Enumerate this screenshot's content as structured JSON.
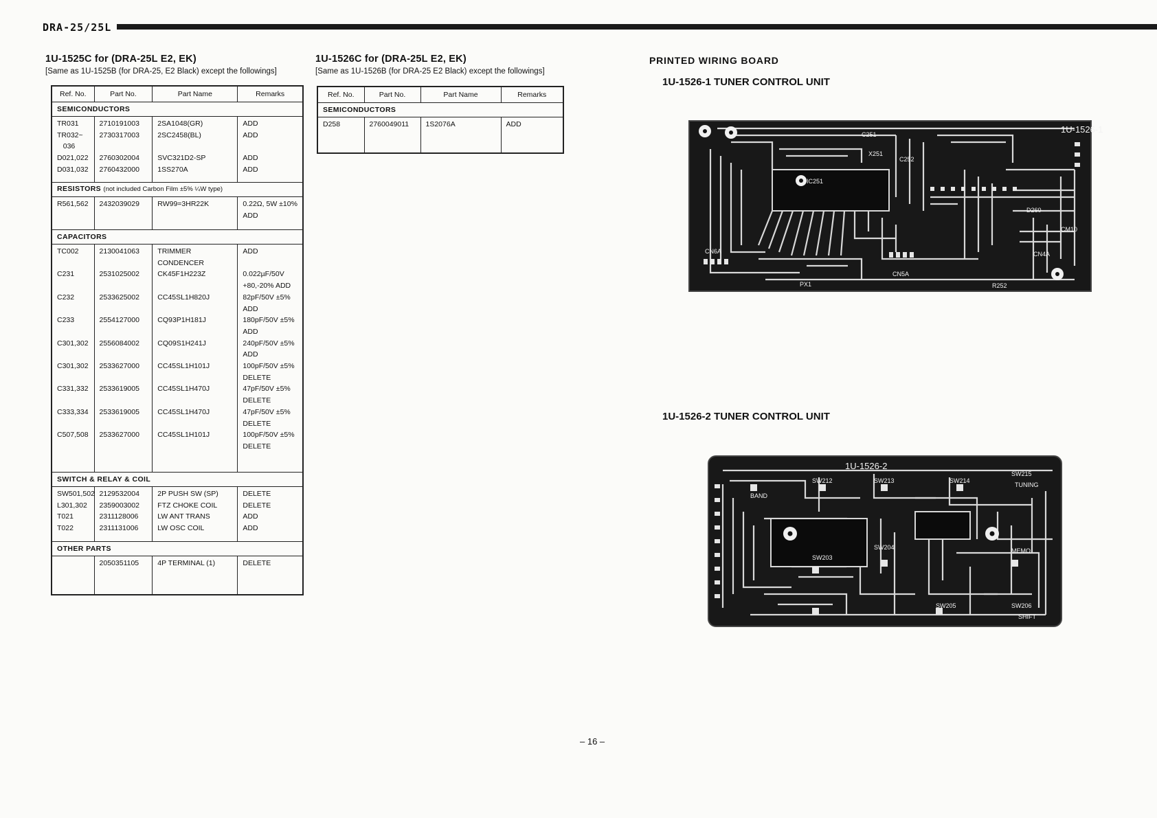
{
  "header": {
    "model": "DRA-25/25L"
  },
  "left": {
    "title": "1U-1525C for (DRA-25L E2, EK)",
    "note": "[Same as 1U-1525B (for DRA-25, E2 Black) except the followings]",
    "columns": [
      "Ref. No.",
      "Part No.",
      "Part Name",
      "Remarks"
    ],
    "categories": {
      "semi": "SEMICONDUCTORS",
      "res": "RESISTORS",
      "res_note": "(not included Carbon Film ±5% ¼W type)",
      "cap": "CAPACITORS",
      "sw": "SWITCH & RELAY & COIL",
      "other": "OTHER PARTS"
    },
    "semi": {
      "refs": "TR031\nTR032~\n   036\nD021,022\nD031,032",
      "parts": "2710191003\n2730317003\n\n2760302004\n2760432000",
      "names": "2SA1048(GR)\n2SC2458(BL)\n\nSVC321D2-SP\n1SS270A",
      "remarks": "ADD\nADD\n\nADD\nADD"
    },
    "res": {
      "refs": "R561,562",
      "parts": "2432039029",
      "names": "RW99=3HR22K",
      "remarks": "0.22Ω, 5W ±10%\nADD"
    },
    "cap": {
      "refs": "TC002\n\nC231\n\nC232\n\nC233\n\nC301,302\n\nC301,302\n\nC331,332\n\nC333,334\n\nC507,508",
      "parts": "2130041063\n\n2531025002\n\n2533625002\n\n2554127000\n\n2556084002\n\n2533627000\n\n2533619005\n\n2533619005\n\n2533627000",
      "names": "TRIMMER\nCONDENCER\nCK45F1H223Z\n\nCC45SL1H820J\n\nCQ93P1H181J\n\nCQ09S1H241J\n\nCC45SL1H101J\n\nCC45SL1H470J\n\nCC45SL1H470J\n\nCC45SL1H101J",
      "remarks": "ADD\n\n0.022µF/50V\n+80,-20% ADD\n82pF/50V ±5%\nADD\n180pF/50V ±5%\nADD\n240pF/50V ±5%\nADD\n100pF/50V ±5%\nDELETE\n47pF/50V ±5%\nDELETE\n47pF/50V ±5%\nDELETE\n100pF/50V ±5%\nDELETE"
    },
    "sw": {
      "refs": "SW501,502\nL301,302\nT021\nT022",
      "parts": "2129532004\n2359003002\n2311128006\n2311131006",
      "names": "2P PUSH SW (SP)\nFTZ CHOKE COIL\nLW ANT TRANS\nLW OSC COIL",
      "remarks": "DELETE\nDELETE\nADD\nADD"
    },
    "other": {
      "refs": "",
      "parts": "2050351105",
      "names": "4P TERMINAL (1)",
      "remarks": "DELETE"
    }
  },
  "middle": {
    "title": "1U-1526C for (DRA-25L E2, EK)",
    "note": "[Same as 1U-1526B (for DRA-25 E2 Black) except the followings]",
    "columns": [
      "Ref. No.",
      "Part No.",
      "Part Name",
      "Remarks"
    ],
    "category": "SEMICONDUCTORS",
    "row": {
      "ref": "D258",
      "part": "2760049011",
      "name": "1S2076A",
      "remark": "ADD"
    }
  },
  "right": {
    "title": "PRINTED WIRING BOARD",
    "unit1": "1U-1526-1 TUNER CONTROL UNIT",
    "unit2": "1U-1526-2 TUNER CONTROL UNIT",
    "board1_label": "1U-1526-1",
    "board2_label": "1U-1526-2",
    "board1_labels": [
      "IC251",
      "C251",
      "C252",
      "X251",
      "CN6A",
      "CN5A",
      "CN4A",
      "CM10",
      "PX1",
      "R252",
      "D260"
    ],
    "board2_labels": [
      "SW212",
      "SW213",
      "SW214",
      "SW215",
      "SW203",
      "SW204",
      "SW205",
      "SW206",
      "SHIFT",
      "TUNING",
      "MEMO",
      "BAND"
    ]
  },
  "page": {
    "number": "– 16 –"
  },
  "colors": {
    "ink": "#111111",
    "board": "#181818",
    "paper": "#fbfbf9"
  }
}
